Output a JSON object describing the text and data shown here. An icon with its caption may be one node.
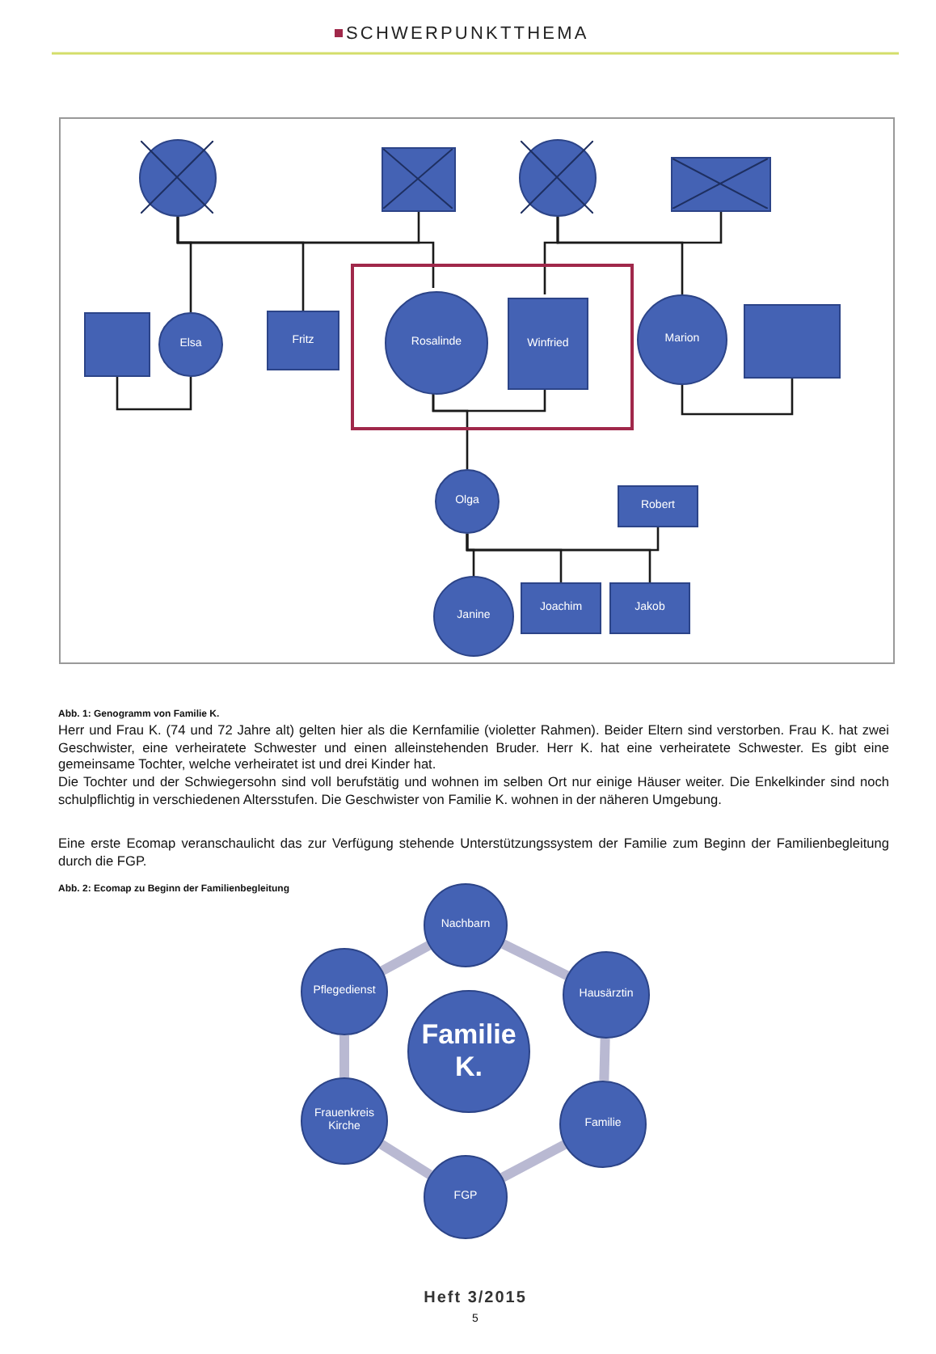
{
  "diagram": {
    "title": "SCHWERPUNKTTHEMA",
    "nodes": [
      {
        "text": [],
        "shape": "circle"
      },
      {
        "text": [],
        "shape": "box"
      },
      {
        "text": [],
        "shape": "circle"
      },
      {
        "text": [],
        "shape": "box"
      },
      {
        "text": [],
        "shape": "box"
      },
      {
        "text": [
          "Elsa"
        ]
      },
      {
        "text": [
          "Fritz"
        ]
      },
      {
        "text": [],
        "shape": "box"
      },
      {
        "text": [
          "Rosalinde"
        ],
        "in": 7
      },
      {
        "text": [
          "Winfried"
        ],
        "in": 7
      },
      {
        "text": [
          "Marion"
        ]
      },
      {
        "text": [],
        "shape": "box"
      },
      {
        "text": [
          "Olga"
        ]
      },
      {
        "text": [
          "Robert"
        ]
      },
      {
        "text": [
          "Janine"
        ]
      },
      {
        "text": [
          "Joachim"
        ]
      },
      {
        "text": [
          "Jakob"
        ]
      },
      {
        "text": [
          "Familie K."
        ]
      },
      {
        "text": [
          "Nachbarn"
        ]
      },
      {
        "text": [
          "Hausärztin"
        ]
      },
      {
        "text": [
          "Familie"
        ]
      },
      {
        "text": [
          "FGP"
        ]
      },
      {
        "text": [
          "Frauenkreis Kirche"
        ]
      },
      {
        "text": [
          "Pflegedienst"
        ]
      }
    ],
    "edges": [
      {
        "from": 0,
        "to": 1,
        "arrow": "none"
      },
      {
        "from": 0,
        "to": 5,
        "arrow": "none"
      },
      {
        "from": 0,
        "to": 6,
        "arrow": "none"
      },
      {
        "from": 0,
        "to": 8,
        "arrow": "none"
      },
      {
        "from": 2,
        "to": 3,
        "arrow": "none"
      },
      {
        "from": 2,
        "to": 9,
        "arrow": "none"
      },
      {
        "from": 2,
        "to": 10,
        "arrow": "none"
      },
      {
        "from": 4,
        "to": 5,
        "arrow": "none"
      },
      {
        "from": 8,
        "to": 9,
        "arrow": "none"
      },
      {
        "from": 10,
        "to": 11,
        "arrow": "none"
      },
      {
        "from": 8,
        "to": 12,
        "arrow": "none"
      },
      {
        "from": 12,
        "to": 13,
        "arrow": "none"
      },
      {
        "from": 12,
        "to": 14,
        "arrow": "none"
      },
      {
        "from": 12,
        "to": 15,
        "arrow": "none"
      },
      {
        "from": 12,
        "to": 16,
        "arrow": "none"
      },
      {
        "from": 18,
        "to": 19,
        "arrow": "none",
        "style": "thick",
        "color": "#b9b9d2"
      },
      {
        "from": 19,
        "to": 20,
        "arrow": "none",
        "style": "thick",
        "color": "#b9b9d2"
      },
      {
        "from": 20,
        "to": 21,
        "arrow": "none",
        "style": "thick",
        "color": "#b9b9d2"
      },
      {
        "from": 21,
        "to": 22,
        "arrow": "none",
        "style": "thick",
        "color": "#b9b9d2"
      },
      {
        "from": 22,
        "to": 23,
        "arrow": "none",
        "style": "thick",
        "color": "#b9b9d2"
      },
      {
        "from": 23,
        "to": 18,
        "arrow": "none",
        "style": "thick",
        "color": "#b9b9d2"
      }
    ],
    "labels": [
      "Abb. 1: Genogramm von Familie K.",
      "Herr und Frau K. (74 und 72 Jahre alt) gelten hier als die Kernfamilie (violetter Rahmen). Beider Eltern sind verstorben. Frau K. hat zwei Geschwister, eine verheiratete Schwester und einen alleinstehenden Bruder. Herr K. hat eine verheiratete Schwester. Es gibt eine gemeinsame Tochter, welche verheiratet ist und drei Kinder hat.",
      "Die Tochter und der Schwiegersohn sind voll berufstätig und wohnen im selben Ort nur einige Häuser weiter. Die Enkelkinder sind noch schulpflichtig in verschiedenen Altersstufen. Die Geschwister von Familie K. wohnen in der näheren Umgebung.",
      "Eine erste Ecomap veranschaulicht das zur Verfügung stehende Unterstützungssystem der Familie zum Beginn der Familienbegleitung durch die FGP.",
      "Abb. 2: Ecomap zu Beginn der Familienbegleitung",
      "Heft 3/2015",
      "5"
    ]
  }
}
